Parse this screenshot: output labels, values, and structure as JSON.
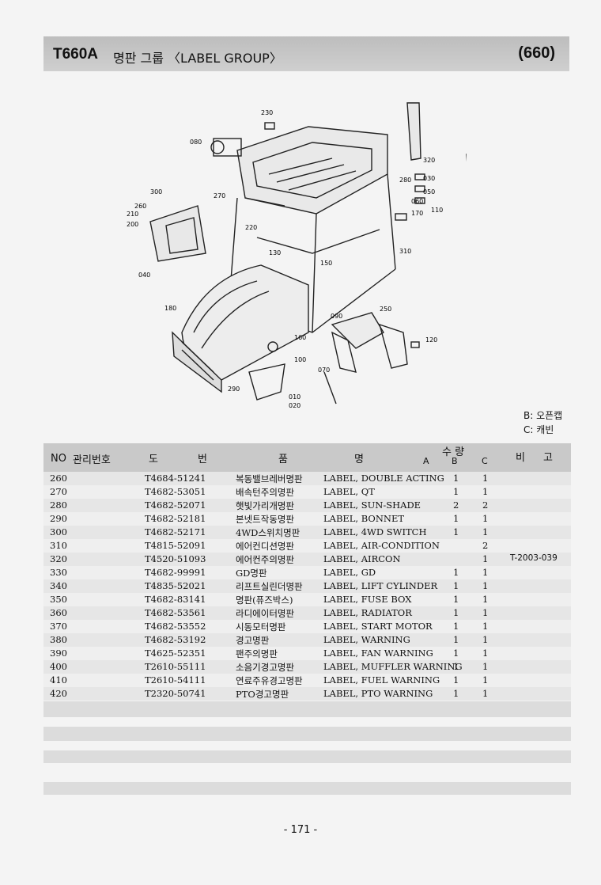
{
  "header": {
    "model": "T660A",
    "title": "명판 그룹 〈LABEL GROUP〉",
    "page_code": "(660)"
  },
  "diagram": {
    "callouts": [
      "230",
      "080",
      "320",
      "030",
      "050",
      "280",
      "060",
      "170",
      "110",
      "300",
      "270",
      "260",
      "210",
      "200",
      "220",
      "130",
      "150",
      "310",
      "040",
      "180",
      "250",
      "090",
      "120",
      "160",
      "100",
      "070",
      "290",
      "010",
      "020"
    ]
  },
  "legend": {
    "b": "B: 오픈캡",
    "c": "C: 캐빈"
  },
  "table": {
    "headers": {
      "no": "NO",
      "mgmt": "관리번호",
      "part_a": "도",
      "part_b": "번",
      "name_a": "품",
      "name_b": "명",
      "qty": "수 량",
      "col_a": "A",
      "col_b": "B",
      "col_c": "C",
      "note_a": "비",
      "note_b": "고"
    },
    "rows": [
      {
        "no": "260",
        "part": "T4684-51241",
        "kr": "복동밸브레버명판",
        "en": "LABEL, DOUBLE ACTING",
        "b": "1",
        "c": "1",
        "note": ""
      },
      {
        "no": "270",
        "part": "T4682-53051",
        "kr": "배속턴주의명판",
        "en": "LABEL, QT",
        "b": "1",
        "c": "1",
        "note": ""
      },
      {
        "no": "280",
        "part": "T4682-52071",
        "kr": "햇빛가리개명판",
        "en": "LABEL, SUN-SHADE",
        "b": "2",
        "c": "2",
        "note": ""
      },
      {
        "no": "290",
        "part": "T4682-52181",
        "kr": "본넷트작동명판",
        "en": "LABEL, BONNET",
        "b": "1",
        "c": "1",
        "note": ""
      },
      {
        "no": "300",
        "part": "T4682-52171",
        "kr": "4WD스위치명판",
        "en": "LABEL, 4WD SWITCH",
        "b": "1",
        "c": "1",
        "note": ""
      },
      {
        "no": "310",
        "part": "T4815-52091",
        "kr": "에어컨디션명판",
        "en": "LABEL, AIR-CONDITION",
        "b": "",
        "c": "2",
        "note": ""
      },
      {
        "no": "320",
        "part": "T4520-51093",
        "kr": "에어컨주의명판",
        "en": "LABEL, AIRCON",
        "b": "",
        "c": "1",
        "note": "T-2003-039"
      },
      {
        "no": "330",
        "part": "T4682-99991",
        "kr": "GD명판",
        "en": "LABEL, GD",
        "b": "1",
        "c": "1",
        "note": ""
      },
      {
        "no": "340",
        "part": "T4835-52021",
        "kr": "리프트실린더명판",
        "en": "LABEL, LIFT CYLINDER",
        "b": "1",
        "c": "1",
        "note": ""
      },
      {
        "no": "350",
        "part": "T4682-83141",
        "kr": "명판(퓨즈박스)",
        "en": "LABEL, FUSE BOX",
        "b": "1",
        "c": "1",
        "note": ""
      },
      {
        "no": "360",
        "part": "T4682-53561",
        "kr": "라디에이터명판",
        "en": "LABEL, RADIATOR",
        "b": "1",
        "c": "1",
        "note": ""
      },
      {
        "no": "370",
        "part": "T4682-53552",
        "kr": "시동모터명판",
        "en": "LABEL, START MOTOR",
        "b": "1",
        "c": "1",
        "note": ""
      },
      {
        "no": "380",
        "part": "T4682-53192",
        "kr": "경고명판",
        "en": "LABEL, WARNING",
        "b": "1",
        "c": "1",
        "note": ""
      },
      {
        "no": "390",
        "part": "T4625-52351",
        "kr": "팬주의명판",
        "en": "LABEL, FAN WARNING",
        "b": "1",
        "c": "1",
        "note": ""
      },
      {
        "no": "400",
        "part": "T2610-55111",
        "kr": "소음기경고명판",
        "en": "LABEL, MUFFLER WARNING",
        "b": "1",
        "c": "1",
        "note": ""
      },
      {
        "no": "410",
        "part": "T2610-54111",
        "kr": "연료주유경고명판",
        "en": "LABEL, FUEL WARNING",
        "b": "1",
        "c": "1",
        "note": ""
      },
      {
        "no": "420",
        "part": "T2320-50741",
        "kr": "PTO경고명판",
        "en": "LABEL, PTO WARNING",
        "b": "1",
        "c": "1",
        "note": ""
      }
    ]
  },
  "footer": {
    "page_number": "- 171 -"
  }
}
